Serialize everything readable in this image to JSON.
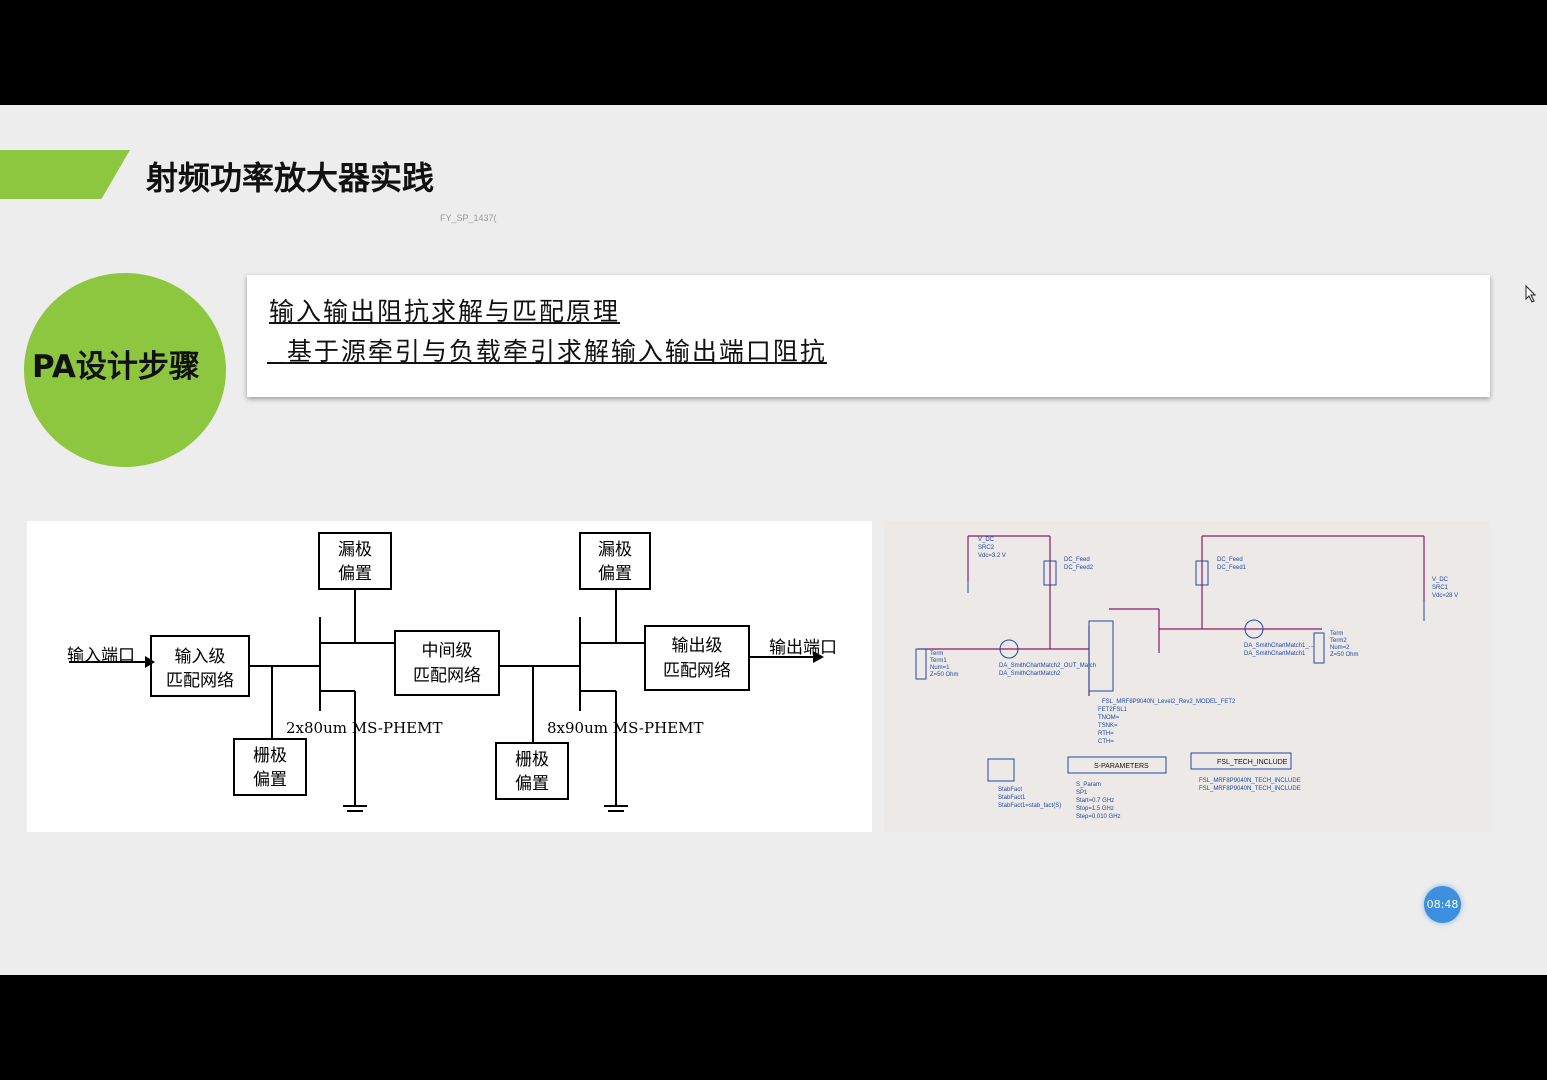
{
  "slide": {
    "title": "射频功率放大器实践",
    "watermark": "FY_SP_1437(",
    "section_label": "PA设计步骤",
    "headline": "输入输出阻抗求解与匹配原理",
    "subline": "基于源牵引与负载牵引求解输入输出端口阻抗"
  },
  "block_diagram": {
    "input_port": "输入端口",
    "output_port": "输出端口",
    "input_match": [
      "输入级",
      "匹配网络"
    ],
    "inter_match": [
      "中间级",
      "匹配网络"
    ],
    "output_match": [
      "输出级",
      "匹配网络"
    ],
    "drain_bias_1": [
      "漏极",
      "偏置"
    ],
    "drain_bias_2": [
      "漏极",
      "偏置"
    ],
    "gate_bias_1": [
      "栅极",
      "偏置"
    ],
    "gate_bias_2": [
      "栅极",
      "偏置"
    ],
    "stage1_device": "2x80um MS-PHEMT",
    "stage2_device": "8x90um MS-PHEMT"
  },
  "schematic": {
    "src2": [
      "V_DC",
      "SRC2",
      "Vdc=3.2 V"
    ],
    "src1": [
      "V_DC",
      "SRC1",
      "Vdc=28 V"
    ],
    "dcfeed2": [
      "DC_Feed",
      "DC_Feed2"
    ],
    "dcfeed1": [
      "DC_Feed",
      "DC_Feed1"
    ],
    "term1": [
      "Term",
      "Term1",
      "Num=1",
      "Z=50 Ohm"
    ],
    "term2": [
      "Term",
      "Term2",
      "Num=2",
      "Z=50 Ohm"
    ],
    "smith2": [
      "DA_SmithChartMatch2_OUT_Match",
      "DA_SmithChartMatch2"
    ],
    "smith1": [
      "DA_SmithChartMatch1_...",
      "DA_SmithChartMatch1"
    ],
    "fet": [
      "FSL_MRF8P9040N_Level2_Rev2_MODEL_FET2",
      "FET2FSL1",
      "TNOM=",
      "TSNK=",
      "RTH=",
      "CTH="
    ],
    "stabfact": [
      "StabFact",
      "StabFact1",
      "StabFact1=stab_fact(S)"
    ],
    "sparams_title": "S-PARAMETERS",
    "sparams": [
      "S_Param",
      "SP1",
      "Start=0.7 GHz",
      "Stop=1.5 GHz",
      "Step=0.010 GHz"
    ],
    "include_title": "FSL_TECH_INCLUDE",
    "include": [
      "FSL_MRF8P9040N_TECH_INCLUDE",
      "FSL_MRF8P9040N_TECH_INCLUDE"
    ]
  },
  "player": {
    "timer": "08:48"
  },
  "colors": {
    "accent_green": "#8dc63f",
    "schematic_wire": "#8b1a6b",
    "schematic_label": "#1f4aa8",
    "timer_blue": "#3d8fe0"
  }
}
